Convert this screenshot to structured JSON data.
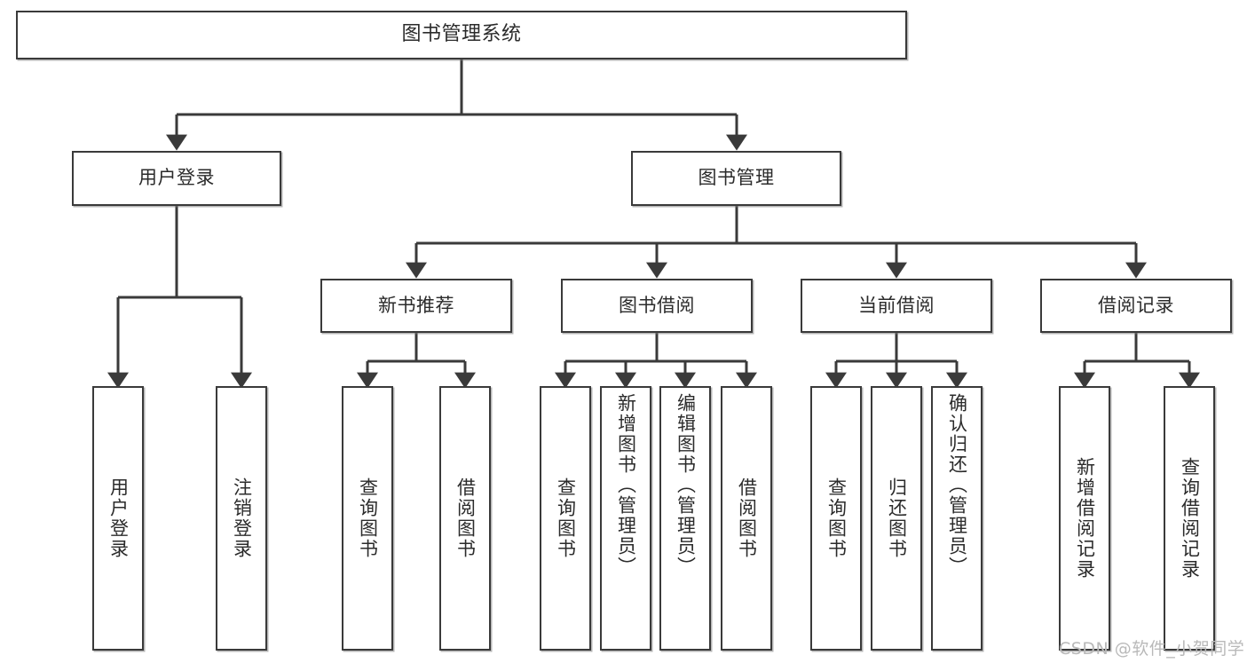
{
  "diagram": {
    "title": "图书管理系统",
    "type": "tree-hierarchy",
    "line_color": "#3a3a3a",
    "box_fill": "#ffffff",
    "text_color": "#2b2b2b",
    "watermark": "CSDN @软件_小贺同学",
    "levels": {
      "root": {
        "label": "图书管理系统"
      },
      "level2": [
        {
          "label": "用户登录"
        },
        {
          "label": "图书管理"
        }
      ],
      "level3": [
        {
          "label": "新书推荐"
        },
        {
          "label": "图书借阅"
        },
        {
          "label": "当前借阅"
        },
        {
          "label": "借阅记录"
        }
      ],
      "leaves": {
        "user_login": [
          {
            "label": "用户登录"
          },
          {
            "label": "注销登录"
          }
        ],
        "new_book_recommend": [
          {
            "label": "查询图书"
          },
          {
            "label": "借阅图书"
          }
        ],
        "book_borrow": [
          {
            "label": "查询图书"
          },
          {
            "label": "新增图书（管理员）"
          },
          {
            "label": "编辑图书（管理员）"
          },
          {
            "label": "借阅图书"
          }
        ],
        "current_borrow": [
          {
            "label": "查询图书"
          },
          {
            "label": "归还图书"
          },
          {
            "label": "确认归还（管理员）"
          }
        ],
        "borrow_record": [
          {
            "label": "新增借阅记录"
          },
          {
            "label": "查询借阅记录"
          }
        ]
      }
    }
  }
}
